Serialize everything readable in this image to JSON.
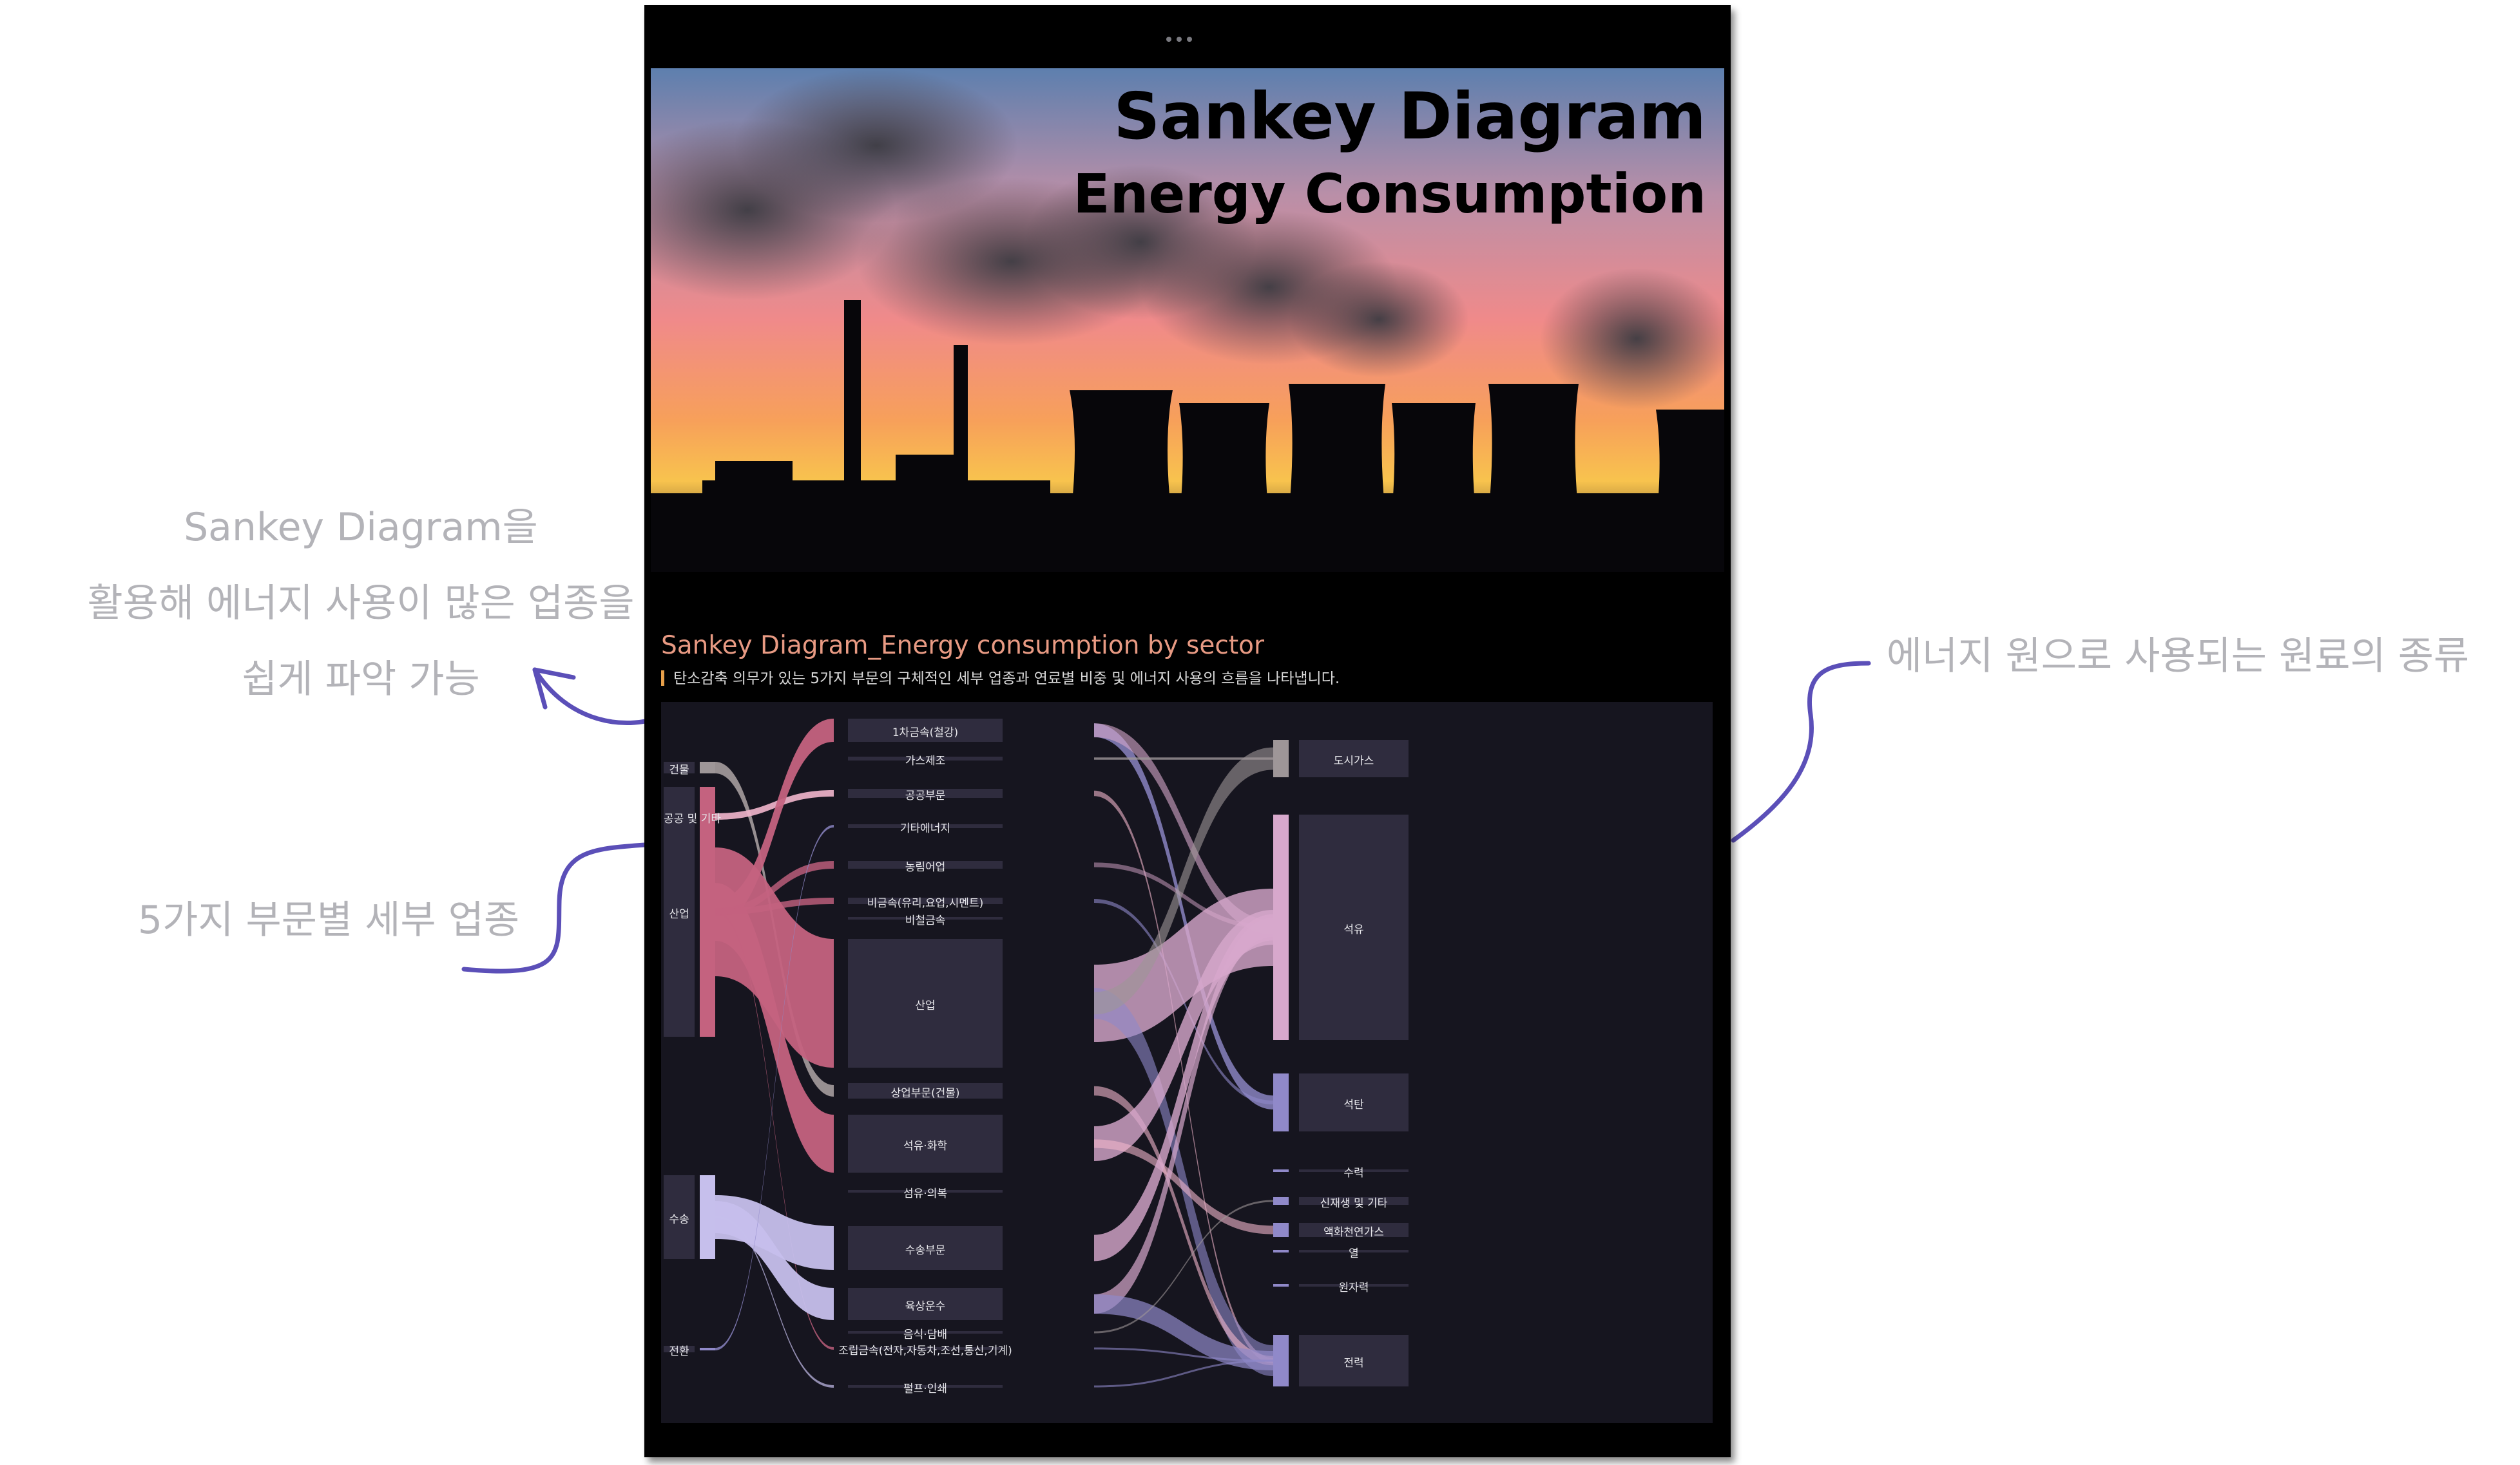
{
  "annotations": {
    "left_top": [
      "Sankey Diagram을",
      "활용해 에너지 사용이 많은 업종을",
      "쉽게 파악 가능"
    ],
    "left_bottom": "5가지 부문별 세부 업종",
    "right": "에너지 원으로 사용되는 원료의 종류"
  },
  "hero": {
    "title_line1": "Sankey Diagram",
    "title_line2": "Energy Consumption"
  },
  "section": {
    "title": "Sankey Diagram_Energy consumption by sector",
    "subtitle": "탄소감축 의무가 있는 5가지 부문의 구체적인 세부 업종과 연료별 비중 및 에너지 사용의 흐름을 나타냅니다."
  },
  "colors": {
    "building": "#9e9698",
    "public": "#f2b6cc",
    "industry": "#c4627f",
    "transport": "#c6bfec",
    "power": "#9089c9",
    "fuel_flow": "#d7a8cc",
    "node_bg": "#2f2c3e",
    "annotation_arrow": "#5b4fb8"
  },
  "sankey": {
    "sectors": [
      {
        "id": "s1",
        "label": "건물",
        "color": "#9e9698"
      },
      {
        "id": "s2",
        "label": "공공 및 기타",
        "color": "#f2b6cc"
      },
      {
        "id": "s3",
        "label": "산업",
        "color": "#c4627f"
      },
      {
        "id": "s4",
        "label": "수송",
        "color": "#c6bfec"
      },
      {
        "id": "s5",
        "label": "전환",
        "color": "#9089c9"
      }
    ],
    "industries": [
      {
        "id": "i1",
        "label": "1차금속(철강)"
      },
      {
        "id": "i2",
        "label": "가스제조"
      },
      {
        "id": "i3",
        "label": "공공부문"
      },
      {
        "id": "i4",
        "label": "기타에너지"
      },
      {
        "id": "i5",
        "label": "농림어업"
      },
      {
        "id": "i6",
        "label": "비금속(유리,요업,시멘트)"
      },
      {
        "id": "i7",
        "label": "비철금속"
      },
      {
        "id": "i8",
        "label": "산업"
      },
      {
        "id": "i9",
        "label": "상업부문(건물)"
      },
      {
        "id": "i10",
        "label": "석유·화학"
      },
      {
        "id": "i11",
        "label": "섬유·의복"
      },
      {
        "id": "i12",
        "label": "수송부문"
      },
      {
        "id": "i13",
        "label": "육상운수"
      },
      {
        "id": "i14",
        "label": "음식·담배"
      },
      {
        "id": "i15",
        "label": "조립금속(전자,자동차,조선,통신,기계)"
      },
      {
        "id": "i16",
        "label": "펄프·인쇄"
      }
    ],
    "fuels": [
      {
        "id": "f1",
        "label": "도시가스"
      },
      {
        "id": "f2",
        "label": "석유"
      },
      {
        "id": "f3",
        "label": "석탄"
      },
      {
        "id": "f4",
        "label": "수력"
      },
      {
        "id": "f5",
        "label": "신재생 및 기타"
      },
      {
        "id": "f6",
        "label": "액화천연가스"
      },
      {
        "id": "f7",
        "label": "열"
      },
      {
        "id": "f8",
        "label": "원자력"
      },
      {
        "id": "f9",
        "label": "전력"
      }
    ]
  }
}
